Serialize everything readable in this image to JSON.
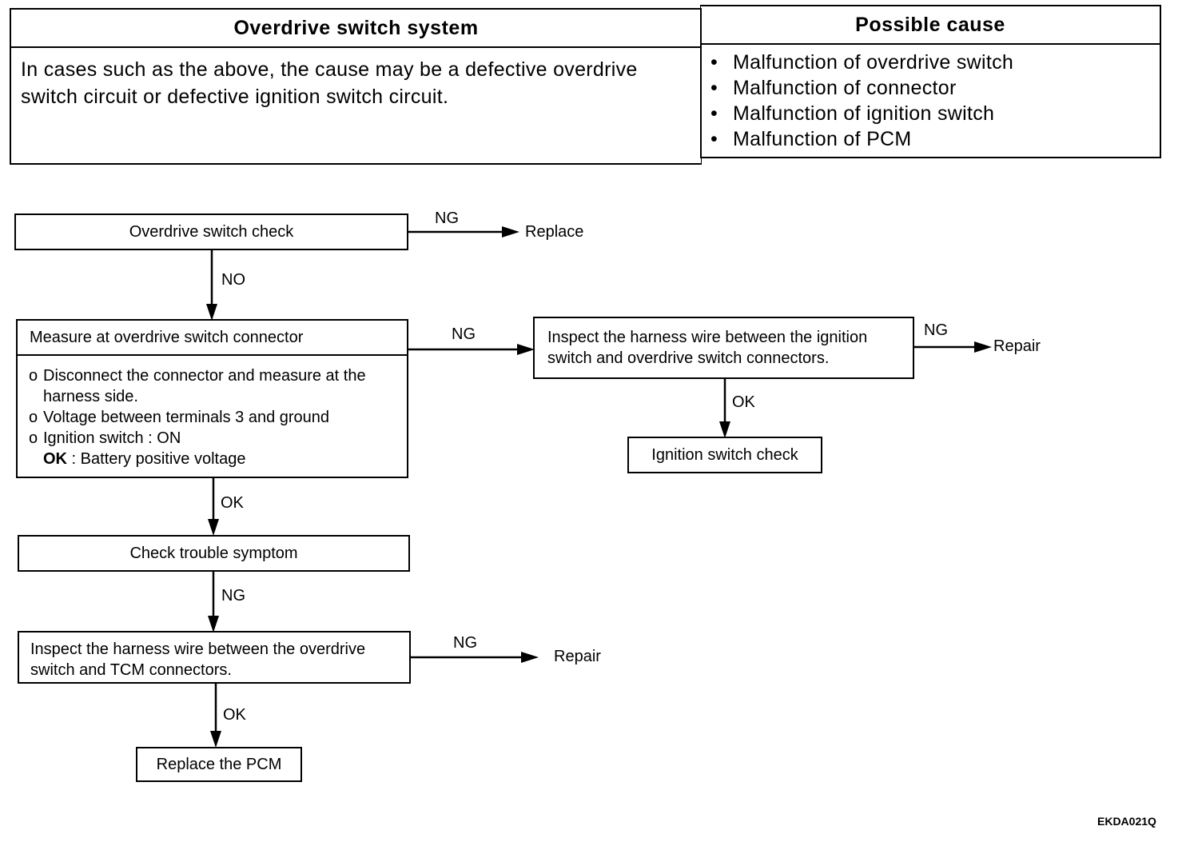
{
  "table": {
    "col1_header": "Overdrive switch system",
    "col2_header": "Possible cause",
    "description_line1": "In cases such as the above, the cause may be a defective overdrive",
    "description_line2": "switch circuit or defective ignition switch circuit.",
    "causes": [
      "Malfunction of overdrive switch",
      "Malfunction of connector",
      "Malfunction of ignition switch",
      "Malfunction of PCM"
    ]
  },
  "flow": {
    "box_overdrive_check": "Overdrive switch check",
    "box_measure_title": "Measure at overdrive switch connector",
    "measure_bullet": "o",
    "measure_lines": [
      "Disconnect the connector and measure at the",
      "harness side.",
      "Voltage between terminals 3 and ground",
      "Ignition switch : ON"
    ],
    "measure_ok_label": "OK",
    "measure_ok_text": " : Battery positive voltage",
    "box_check_symptom": "Check trouble symptom",
    "box_inspect_tcm_line1": "Inspect the harness wire between the overdrive",
    "box_inspect_tcm_line2": "switch and TCM connectors.",
    "box_replace_pcm": "Replace the PCM",
    "box_inspect_ign_line1": "Inspect the harness wire between the ignition",
    "box_inspect_ign_line2": "switch and overdrive switch connectors.",
    "box_ign_check": "Ignition switch check",
    "lbl_ng_1": "NG",
    "lbl_replace": "Replace",
    "lbl_no": "NO",
    "lbl_ng_2": "NG",
    "lbl_ng_3": "NG",
    "lbl_repair_1": "Repair",
    "lbl_ok_1": "OK",
    "lbl_ok_2": "OK",
    "lbl_ng_4": "NG",
    "lbl_ng_5": "NG",
    "lbl_repair_2": "Repair",
    "lbl_ok_3": "OK"
  },
  "figure_code": "EKDA021Q"
}
